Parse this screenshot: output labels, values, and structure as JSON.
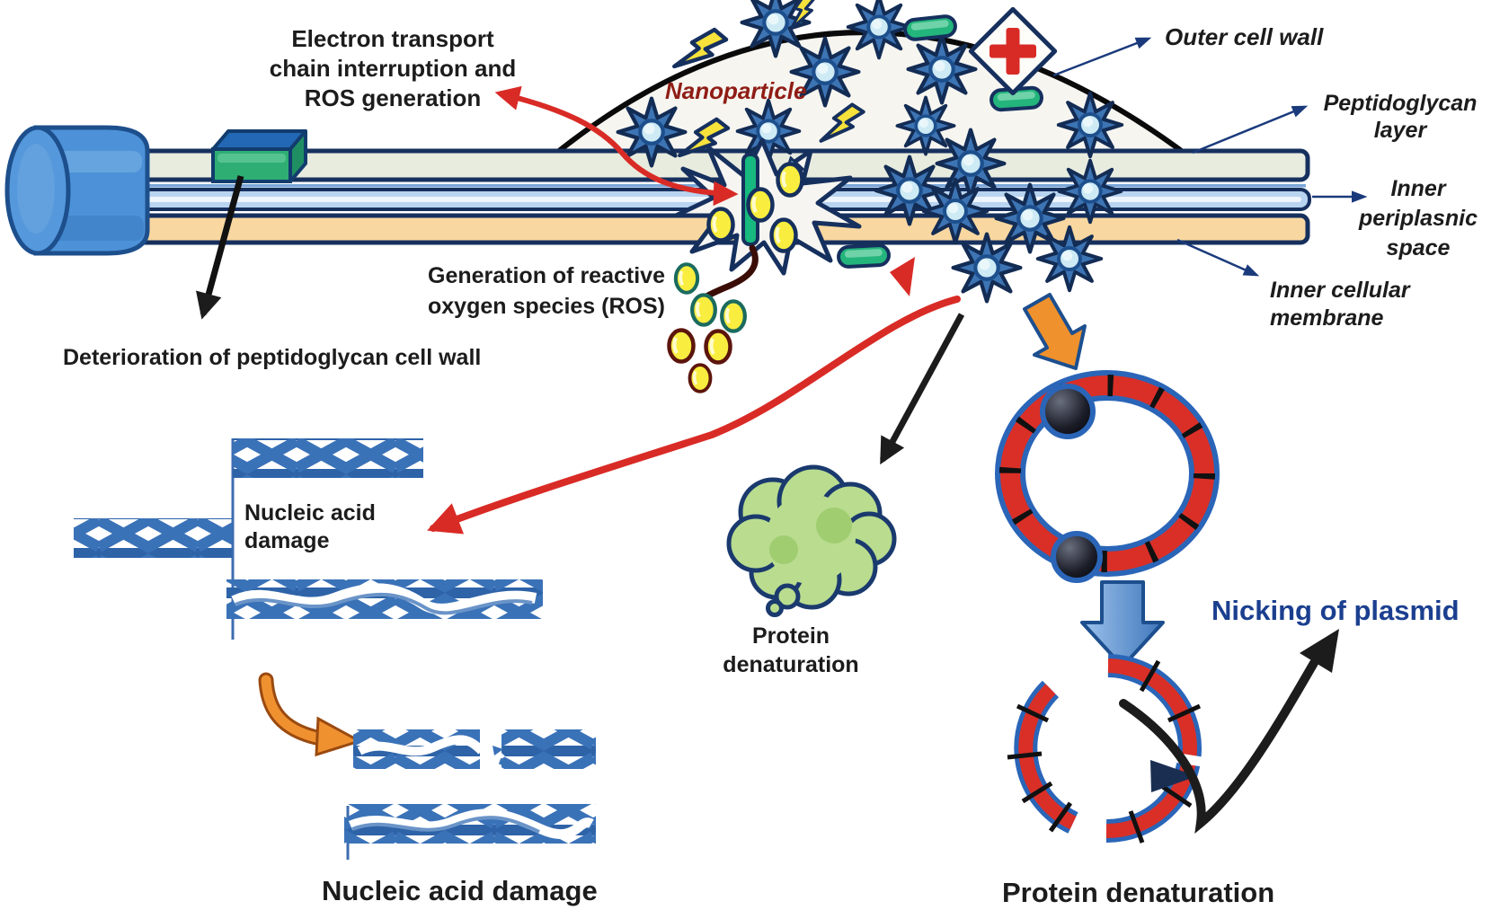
{
  "labels": {
    "etc": [
      "Electron transport",
      "chain interruption  and",
      "ROS generation"
    ],
    "nanoparticle": "Nanoparticle",
    "ros": [
      "Generation of reactive",
      "oxygen species (ROS)"
    ],
    "deterioration": "Deterioration of peptidoglycan cell wall",
    "outer_cell_wall": "Outer cell wall",
    "peptidoglycan": [
      "Peptidoglycan",
      "layer"
    ],
    "inner_periplasmic": [
      "Inner",
      "periplasnic",
      "space"
    ],
    "inner_cellular": [
      "Inner cellular",
      "membrane"
    ],
    "nucleic_acid": [
      "Nucleic acid",
      "damage"
    ],
    "protein_denaturation": [
      "Protein",
      "denaturation"
    ],
    "nicking": "Nicking of plasmid",
    "caption_nucleic": "Nucleic acid damage",
    "caption_protein": "Protein denaturation"
  },
  "icons": {
    "nanoparticle_star": "blue 8-point starburst with light-blue core",
    "lightning_bolt": "yellow bolt, navy outline",
    "capsule": "green pill, navy outline",
    "blocked_cross": "red cross in white diamond",
    "ros_particle": "yellow oval",
    "plasmid": "red segmented ring with blue rim and black nanoparticle spheres",
    "protein_blob": "green denatured protein cloud",
    "dna_strand": "blue crossed-ribbon helix band"
  },
  "colors": {
    "outline_navy": "#16305e",
    "membrane_green": "#e8ecdf",
    "membrane_blue": "#b9d4f0",
    "membrane_orange": "#f8d7a0",
    "star_blue": "#3d74b4",
    "star_core": "#cdeaf5",
    "bolt_yellow": "#f7e23c",
    "capsule_green": "#23b57c",
    "ros_yellow": "#f9ed3f",
    "arrow_red": "#d92b26",
    "arrow_orange": "#ef912c",
    "arrow_blue": "#5b93d4",
    "plasmid_red": "#da2f27",
    "plasmid_blue": "#2a65b8",
    "protein_green": "#b9dc8f",
    "dna_blue": "#3a72b8",
    "text_dark": "#1c1c1c",
    "nanoparticle_text": "#8f1d15",
    "nicking_text": "#1b3f8f"
  }
}
